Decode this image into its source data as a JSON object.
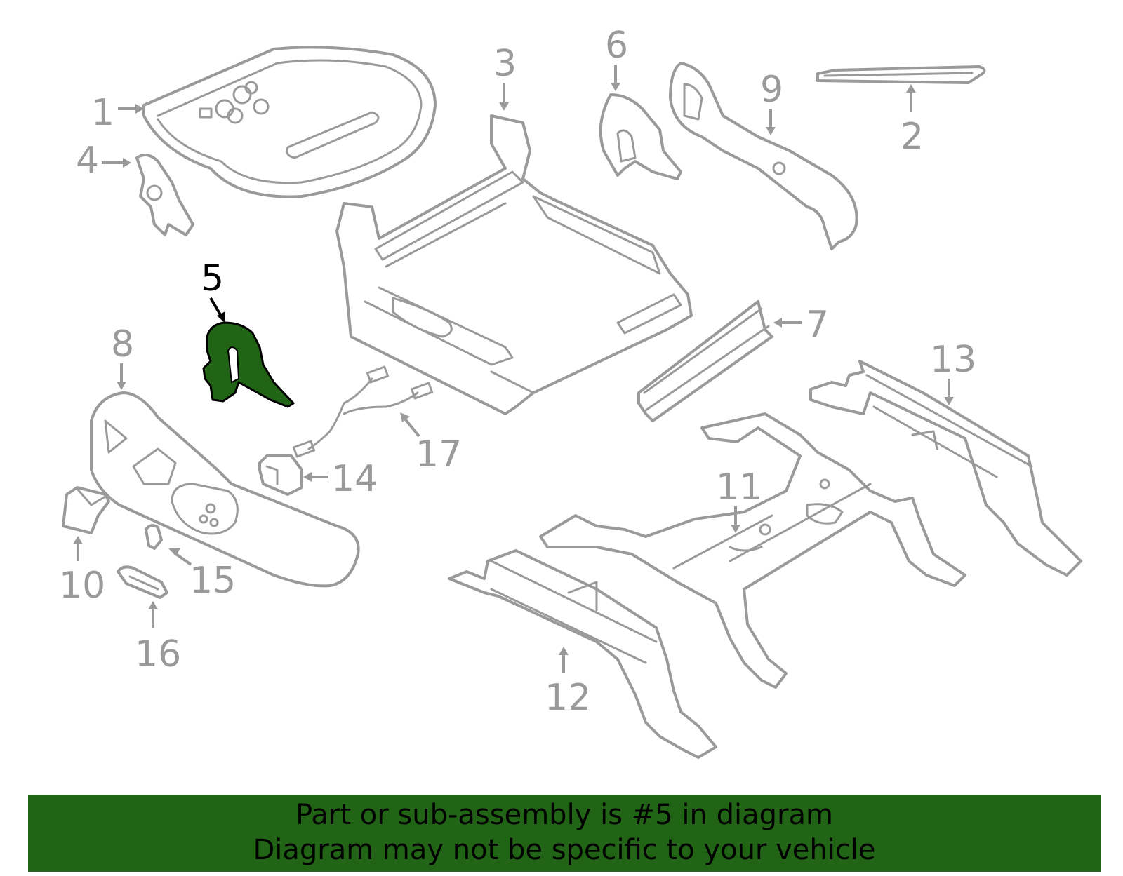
{
  "highlight_color": "#216416",
  "callouts": [
    {
      "id": "1",
      "label": "1"
    },
    {
      "id": "2",
      "label": "2"
    },
    {
      "id": "3",
      "label": "3"
    },
    {
      "id": "4",
      "label": "4"
    },
    {
      "id": "5",
      "label": "5",
      "highlighted": true
    },
    {
      "id": "6",
      "label": "6"
    },
    {
      "id": "7",
      "label": "7"
    },
    {
      "id": "8",
      "label": "8"
    },
    {
      "id": "9",
      "label": "9"
    },
    {
      "id": "10",
      "label": "10"
    },
    {
      "id": "11",
      "label": "11"
    },
    {
      "id": "12",
      "label": "12"
    },
    {
      "id": "13",
      "label": "13"
    },
    {
      "id": "14",
      "label": "14"
    },
    {
      "id": "15",
      "label": "15"
    },
    {
      "id": "16",
      "label": "16"
    },
    {
      "id": "17",
      "label": "17"
    }
  ],
  "banner": {
    "line1": "Part or sub-assembly is #5 in diagram",
    "line2": "Diagram may not be specific to your vehicle"
  }
}
